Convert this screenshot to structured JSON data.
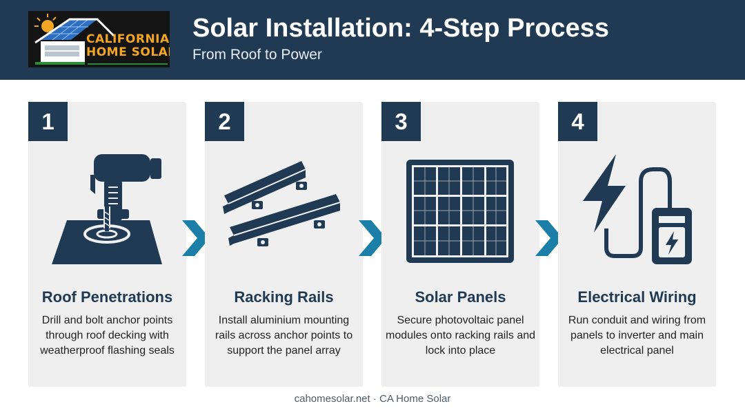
{
  "logo": {
    "line1": "CALIFORNIA",
    "line2": "HOME SOLAR"
  },
  "header": {
    "title": "Solar Installation: 4-Step Process",
    "subtitle": "From Roof to Power"
  },
  "steps": [
    {
      "number": "1",
      "title": "Roof Penetrations",
      "description": "Drill and bolt anchor points through roof decking with weatherproof flashing seals",
      "icon": "drill-icon"
    },
    {
      "number": "2",
      "title": "Racking Rails",
      "description": "Install aluminium mounting rails across anchor points to support the panel array",
      "icon": "rails-icon"
    },
    {
      "number": "3",
      "title": "Solar Panels",
      "description": "Secure photovoltaic panel modules onto racking rails and lock into place",
      "icon": "solar-panel-icon"
    },
    {
      "number": "4",
      "title": "Electrical Wiring",
      "description": "Run conduit and wiring from panels to inverter and main electrical panel",
      "icon": "electrical-wiring-icon"
    }
  ],
  "footer": "cahomesolar.net · CA Home Solar",
  "colors": {
    "header": "#1f3a52",
    "arrow": "#1b7fa8",
    "card": "#efefef",
    "logo_text": "#f2a623"
  }
}
